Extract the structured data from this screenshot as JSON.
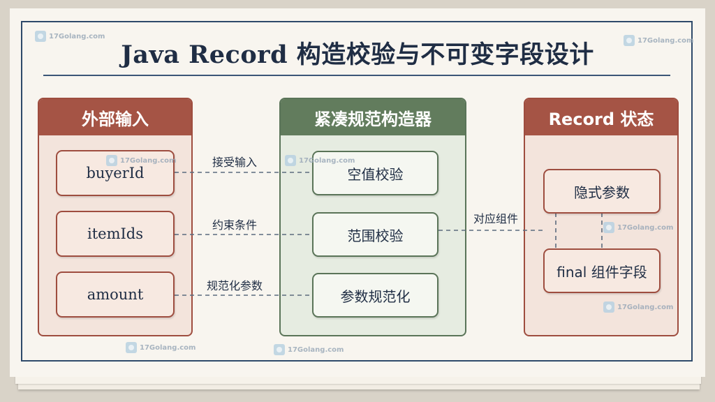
{
  "title": "Java Record 构造校验与不可变字段设计",
  "watermark": "17Golang.com",
  "colors": {
    "red_border": "#9e4d3f",
    "red_header": "#a55445",
    "green_border": "#5a7458",
    "green_header": "#627c5d",
    "navy": "#1f2d44",
    "paper": "#f8f5ef"
  },
  "panels": {
    "input": {
      "header": "外部输入",
      "items": [
        "buyerId",
        "itemIds",
        "amount"
      ]
    },
    "constructor": {
      "header": "紧凑规范构造器",
      "items": [
        "空值校验",
        "范围校验",
        "参数规范化"
      ]
    },
    "state": {
      "header": "Record 状态",
      "items": [
        "隐式参数",
        "final 组件字段"
      ]
    }
  },
  "connectors": {
    "labels": [
      "接受输入",
      "约束条件",
      "规范化参数"
    ],
    "to_state": "对应组件"
  }
}
